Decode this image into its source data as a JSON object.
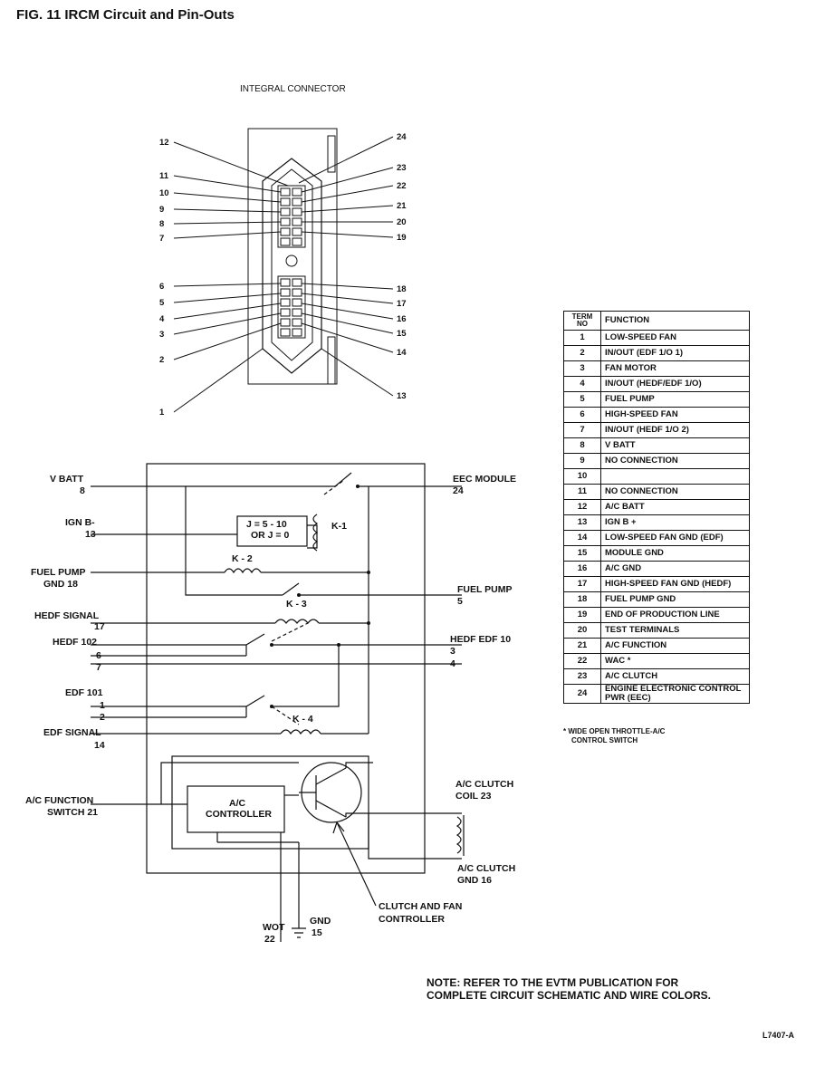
{
  "figure": {
    "title": "FIG. 11 IRCM Circuit and Pin-Outs",
    "connector_title": "INTEGRAL CONNECTOR",
    "reference_code": "L7407-A"
  },
  "connector_pins": {
    "left": [
      "12",
      "11",
      "10",
      "9",
      "8",
      "7",
      "6",
      "5",
      "4",
      "3",
      "2",
      "1"
    ],
    "right": [
      "24",
      "23",
      "22",
      "21",
      "20",
      "19",
      "18",
      "17",
      "16",
      "15",
      "14",
      "13"
    ]
  },
  "schematic": {
    "v_batt": "V BATT",
    "v_batt_pin": "8",
    "ign_b": "IGN B-",
    "ign_b_pin": "13",
    "fuel_pump_gnd": "FUEL PUMP",
    "fuel_pump_gnd_2": "GND 18",
    "hedf_signal": "HEDF SIGNAL",
    "hedf_signal_pin": "17",
    "hedf_102": "HEDF 102",
    "hedf_102_pin_a": "6",
    "hedf_102_pin_b": "7",
    "edf_101": "EDF 101",
    "edf_101_pin_a": "1",
    "edf_101_pin_b": "2",
    "edf_signal": "EDF SIGNAL",
    "edf_signal_pin": "14",
    "ac_function": "A/C FUNCTION",
    "ac_function_2": "SWITCH 21",
    "wot": "WOT",
    "wot_pin": "22",
    "gnd": "GND",
    "gnd_pin": "15",
    "eec_module": "EEC MODULE",
    "eec_module_pin": "24",
    "fuel_pump": "FUEL PUMP",
    "fuel_pump_pin": "5",
    "hedf_edf": "HEDF EDF 10",
    "hedf_edf_pin_a": "3",
    "hedf_edf_pin_b": "4",
    "ac_clutch_coil": "A/C CLUTCH",
    "ac_clutch_coil_2": "COIL 23",
    "ac_clutch_gnd": "A/C CLUTCH",
    "ac_clutch_gnd_2": "GND 16",
    "clutch_fan_ctrl": "CLUTCH AND FAN",
    "clutch_fan_ctrl_2": "CONTROLLER",
    "ac_controller": "A/C",
    "ac_controller_2": "CONTROLLER",
    "jumper_1": "J = 5 - 10",
    "jumper_2": "OR J = 0",
    "k1": "K-1",
    "k2": "K - 2",
    "k3": "K - 3",
    "k4": "K - 4"
  },
  "table": {
    "header_no": "TERM NO",
    "header_fn": "FUNCTION",
    "rows": [
      {
        "no": "1",
        "fn": "LOW-SPEED FAN"
      },
      {
        "no": "2",
        "fn": "IN/OUT (EDF 1/O 1)"
      },
      {
        "no": "3",
        "fn": "FAN MOTOR"
      },
      {
        "no": "4",
        "fn": "IN/OUT (HEDF/EDF 1/O)"
      },
      {
        "no": "5",
        "fn": "FUEL PUMP"
      },
      {
        "no": "6",
        "fn": "HIGH-SPEED FAN"
      },
      {
        "no": "7",
        "fn": "IN/OUT (HEDF 1/O 2)"
      },
      {
        "no": "8",
        "fn": "V BATT"
      },
      {
        "no": "9",
        "fn": "NO CONNECTION"
      },
      {
        "no": "10",
        "fn": ""
      },
      {
        "no": "11",
        "fn": "NO CONNECTION"
      },
      {
        "no": "12",
        "fn": "A/C BATT"
      },
      {
        "no": "13",
        "fn": "IGN B +"
      },
      {
        "no": "14",
        "fn": "LOW-SPEED FAN GND (EDF)"
      },
      {
        "no": "15",
        "fn": "MODULE GND"
      },
      {
        "no": "16",
        "fn": "A/C GND"
      },
      {
        "no": "17",
        "fn": "HIGH-SPEED FAN GND (HEDF)"
      },
      {
        "no": "18",
        "fn": "FUEL PUMP GND"
      },
      {
        "no": "19",
        "fn": "END OF PRODUCTION LINE"
      },
      {
        "no": "20",
        "fn": "TEST TERMINALS"
      },
      {
        "no": "21",
        "fn": "A/C FUNCTION"
      },
      {
        "no": "22",
        "fn": "WAC *"
      },
      {
        "no": "23",
        "fn": "A/C CLUTCH"
      },
      {
        "no": "24",
        "fn": "ENGINE ELECTRONIC CONTROL PWR (EEC)"
      }
    ],
    "note_1": "* WIDE OPEN THROTTLE-A/C",
    "note_2": "CONTROL SWITCH"
  },
  "footer": {
    "note_1": "NOTE: REFER TO THE EVTM PUBLICATION FOR",
    "note_2": "COMPLETE CIRCUIT SCHEMATIC AND WIRE COLORS."
  }
}
